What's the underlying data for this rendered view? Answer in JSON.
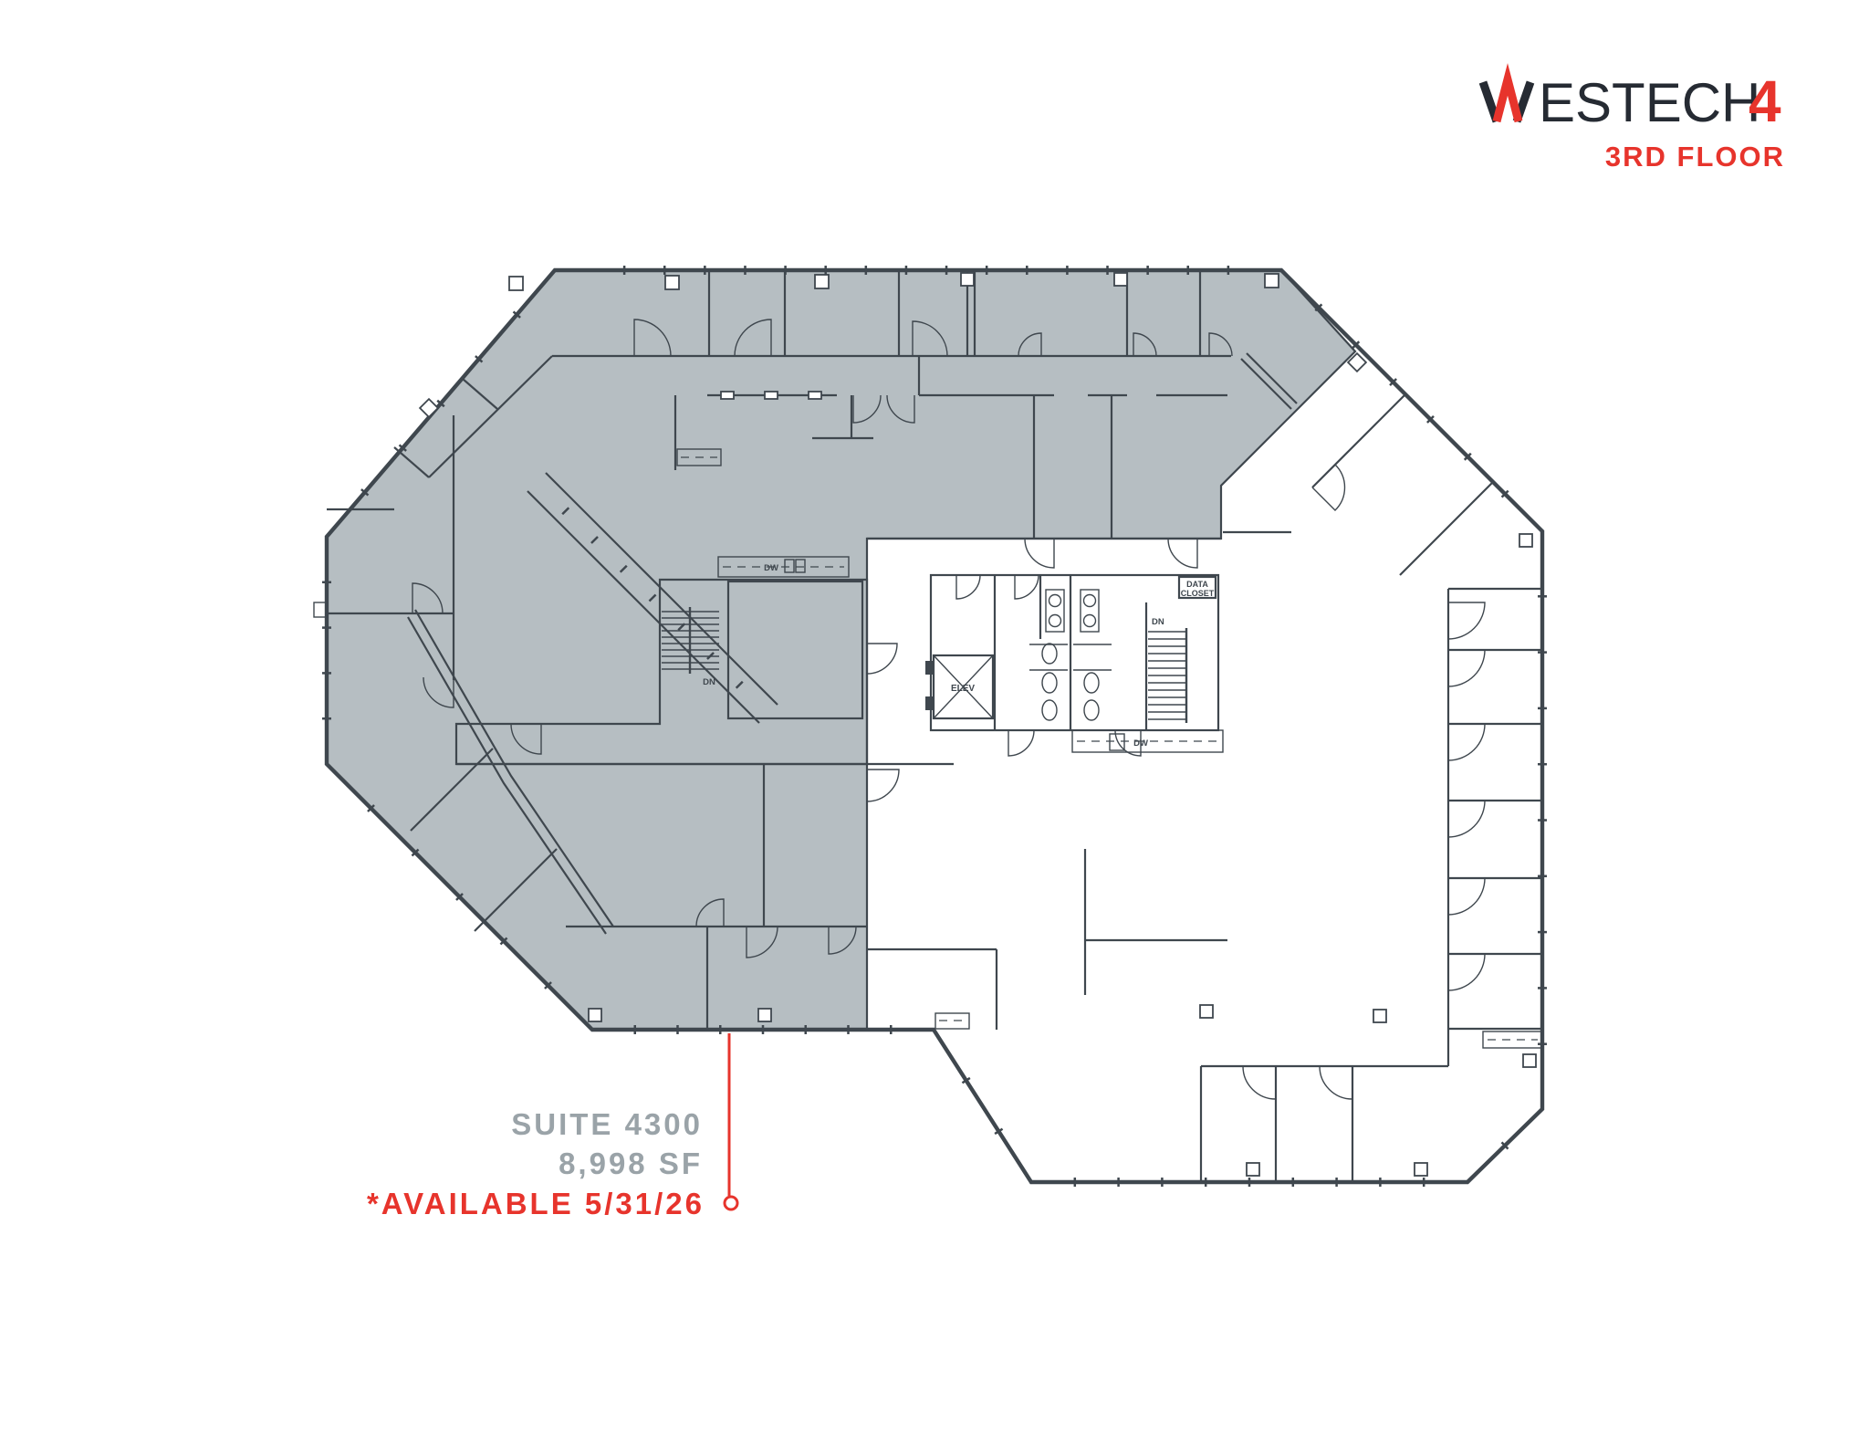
{
  "logo": {
    "brand_full": "WESTECH4",
    "brand_tail": "ESTECH",
    "brand_number": "4",
    "floor": "3RD FLOOR",
    "brand_color": "#262b33",
    "accent": "#e7342c"
  },
  "callout": {
    "suite": "SUITE 4300",
    "area": "8,998 SF",
    "availability": "*AVAILABLE 5/31/26"
  },
  "plan_labels": {
    "elevator": "ELEV",
    "stair_down": "DN",
    "dishwasher": "DW",
    "data_closet_line1": "DATA",
    "data_closet_line2": "CLOSET"
  },
  "colors": {
    "suite_fill": "#b6bec2",
    "wall": "#3f474e",
    "text_gray": "#9aa3a8",
    "accent_red": "#e7342c",
    "background": "#ffffff"
  }
}
